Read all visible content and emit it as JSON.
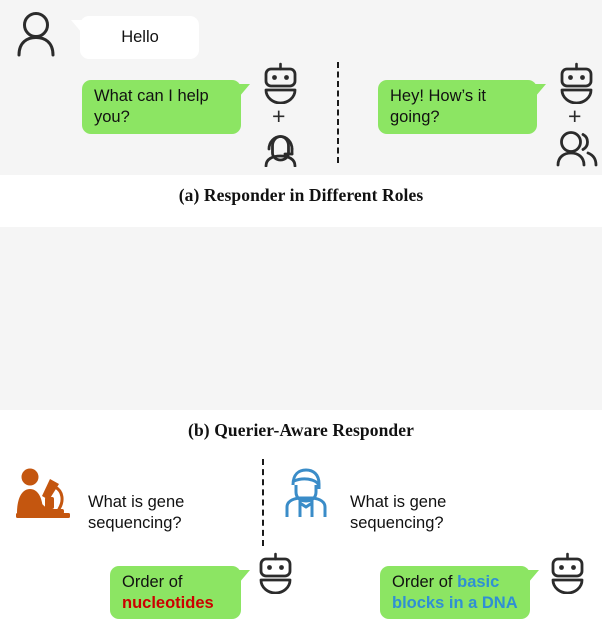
{
  "figure": {
    "panels": [
      {
        "id": "a",
        "caption": "(a) Responder in Different Roles",
        "left_scene": {
          "querier_icon": "user-avatar-icon",
          "messages": [
            {
              "role": "querier",
              "text": "Hello",
              "style": "white"
            },
            {
              "role": "responder",
              "text": "What can I help you?",
              "style": "green"
            }
          ],
          "responder_icons": {
            "primary": "robot-icon",
            "operator": "+",
            "secondary": "support-agent-icon"
          }
        },
        "right_scene": {
          "messages": [
            {
              "role": "responder",
              "text": "Hey! How’s it going?",
              "style": "green"
            }
          ],
          "responder_icons": {
            "primary": "robot-icon",
            "operator": "+",
            "secondary": "people-group-icon"
          }
        }
      },
      {
        "id": "b",
        "caption": "(b) Querier-Aware Responder",
        "left_scene": {
          "querier_icon": "scientist-microscope-icon",
          "querier_icon_color": "#c4560f",
          "messages": [
            {
              "role": "querier",
              "text": "What is gene sequencing?",
              "style": "white"
            },
            {
              "role": "responder",
              "style": "green",
              "parts": [
                {
                  "text": "Order of ",
                  "emphasis": "none"
                },
                {
                  "text": "nucleotides",
                  "emphasis": "red"
                }
              ]
            }
          ],
          "responder_icon": "robot-icon"
        },
        "right_scene": {
          "querier_icon": "student-person-icon",
          "querier_icon_color": "#3a8cc8",
          "messages": [
            {
              "role": "querier",
              "text": "What is gene sequencing?",
              "style": "white"
            },
            {
              "role": "responder",
              "style": "green",
              "parts": [
                {
                  "text": "Order of ",
                  "emphasis": "none"
                },
                {
                  "text": "basic blocks in a DNA",
                  "emphasis": "blue"
                }
              ]
            }
          ],
          "responder_icon": "robot-icon"
        }
      }
    ]
  },
  "colors": {
    "panel_background": "#f5f5f5",
    "page_background": "#ffffff",
    "bubble_querier": "#ffffff",
    "bubble_responder": "#8ce563",
    "text": "#111111",
    "highlight_red": "#cc0000",
    "highlight_blue": "#2f8fd4",
    "icon_dark": "#2b2b2b",
    "icon_orange": "#c4560f",
    "icon_blue": "#3a8cc8",
    "divider": "#1a1a1a"
  }
}
